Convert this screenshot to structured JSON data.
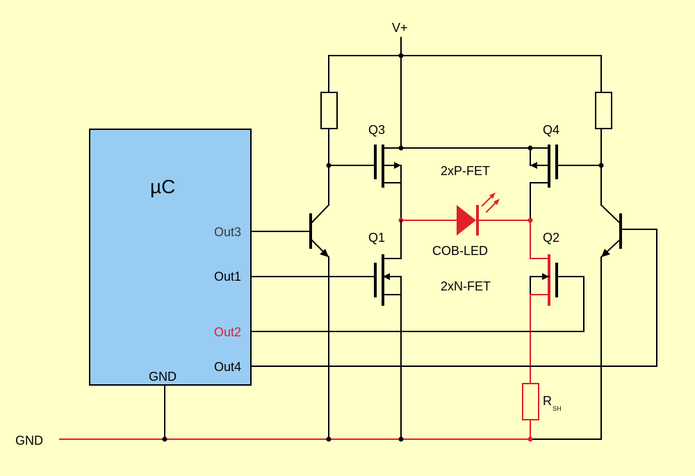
{
  "colors": {
    "background": "#ffffc8",
    "mcu_fill": "#99ccf2",
    "wire": "#000000",
    "highlight": "#e0202a",
    "pin_out3": "#3a3a3a"
  },
  "supply": {
    "vplus": "V+",
    "gnd": "GND"
  },
  "mcu": {
    "name": "µC",
    "pins": {
      "out3": "Out3",
      "out1": "Out1",
      "out2": "Out2",
      "out4": "Out4",
      "gnd": "GND"
    }
  },
  "transistors": {
    "q1": "Q1",
    "q2": "Q2",
    "q3": "Q3",
    "q4": "Q4"
  },
  "notes": {
    "pfet": "2xP-FET",
    "nfet": "2xN-FET"
  },
  "led": {
    "label": "COB-LED"
  },
  "shunt": {
    "main": "R",
    "sub": "SH"
  }
}
